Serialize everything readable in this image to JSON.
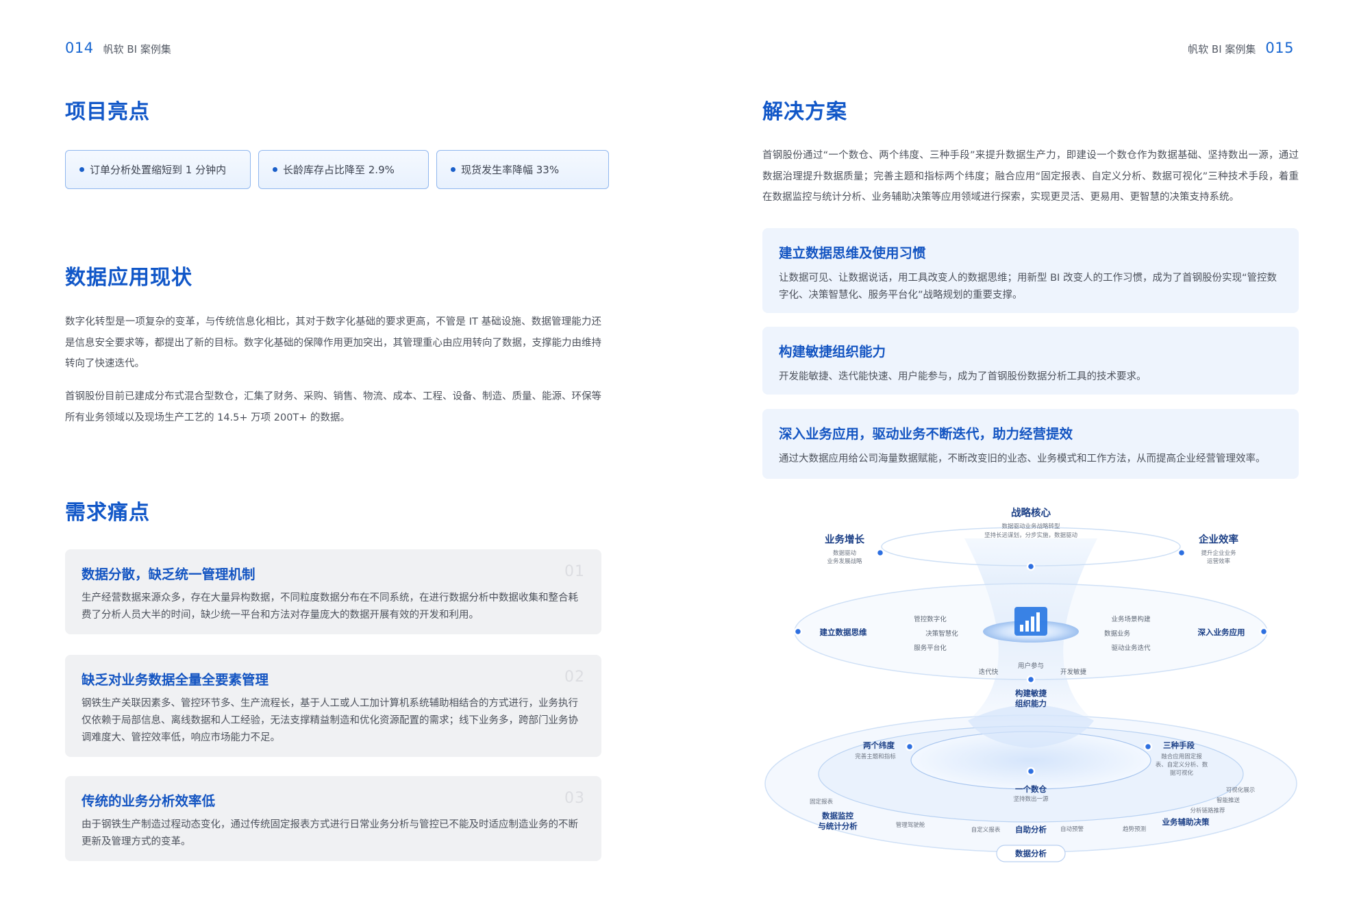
{
  "header": {
    "left_page_num": "014",
    "book_title": "帆软 BI 案例集",
    "right_page_num": "015"
  },
  "highlights": {
    "title": "项目亮点",
    "items": [
      "订单分析处置缩短到 1 分钟内",
      "长龄库存占比降至 2.9%",
      "现货发生率降幅 33%"
    ]
  },
  "status": {
    "title": "数据应用现状",
    "para1": "数字化转型是一项复杂的变革，与传统信息化相比，其对于数字化基础的要求更高，不管是 IT 基础设施、数据管理能力还是信息安全要求等，都提出了新的目标。数字化基础的保障作用更加突出，其管理重心由应用转向了数据，支撑能力由维持转向了快速迭代。",
    "para2": "首钢股份目前已建成分布式混合型数仓，汇集了财务、采购、销售、物流、成本、工程、设备、制造、质量、能源、环保等所有业务领域以及现场生产工艺的 14.5+ 万项 200T+ 的数据。"
  },
  "pain": {
    "title": "需求痛点",
    "cards": [
      {
        "title": "数据分散，缺乏统一管理机制",
        "num": "01",
        "text": "生产经营数据来源众多，存在大量异构数据，不同粒度数据分布在不同系统，在进行数据分析中数据收集和整合耗费了分析人员大半的时间，缺少统一平台和方法对存量庞大的数据开展有效的开发和利用。"
      },
      {
        "title": "缺乏对业务数据全量全要素管理",
        "num": "02",
        "text": "钢铁生产关联因素多、管控环节多、生产流程长，基于人工或人工加计算机系统辅助相结合的方式进行，业务执行仅依赖于局部信息、离线数据和人工经验，无法支撑精益制造和优化资源配置的需求；线下业务多，跨部门业务协调难度大、管控效率低，响应市场能力不足。"
      },
      {
        "title": "传统的业务分析效率低",
        "num": "03",
        "text": "由于钢铁生产制造过程动态变化，通过传统固定报表方式进行日常业务分析与管控已不能及时适应制造业务的不断更新及管理方式的变革。"
      }
    ]
  },
  "solution": {
    "title": "解决方案",
    "intro": "首钢股份通过“一个数仓、两个纬度、三种手段”来提升数据生产力，即建设一个数仓作为数据基础、坚持数出一源，通过数据治理提升数据质量；完善主题和指标两个纬度；融合应用“固定报表、自定义分析、数据可视化”三种技术手段，着重在数据监控与统计分析、业务辅助决策等应用领域进行探索，实现更灵活、更易用、更智慧的决策支持系统。",
    "cards": [
      {
        "title": "建立数据思维及使用习惯",
        "text": "让数据可见、让数据说话，用工具改变人的数据思维；用新型 BI 改变人的工作习惯，成为了首钢股份实现“管控数字化、决策智慧化、服务平台化”战略规划的重要支撑。"
      },
      {
        "title": "构建敏捷组织能力",
        "text": "开发能敏捷、迭代能快速、用户能参与，成为了首钢股份数据分析工具的技术要求。"
      },
      {
        "title": "深入业务应用，驱动业务不断迭代，助力经营提效",
        "text": "通过大数据应用给公司海量数据赋能，不断改变旧的业态、业务模式和工作方法，从而提高企业经营管理效率。"
      }
    ]
  },
  "diagram": {
    "strategy_core": "战略核心",
    "strategy_core_sub1": "数据驱动业务战略转型",
    "strategy_core_sub2": "坚持长远谋划，分步实施，数据驱动",
    "biz_growth": "业务增长",
    "biz_growth_sub1": "数据驱动",
    "biz_growth_sub2": "业务发展战略",
    "efficiency": "企业效率",
    "efficiency_sub1": "提升企业业务",
    "efficiency_sub2": "运营效率",
    "data_thinking": "建立数据思维",
    "deep_biz": "深入业务应用",
    "mgmt_digital": "管控数字化",
    "decision_smart": "决策智慧化",
    "service_platform": "服务平台化",
    "biz_scene": "业务场景构建",
    "biz_driven": "数据业务",
    "drive_iter": "驱动业务迭代",
    "user_part": "用户参与",
    "iter_fast": "迭代快",
    "dev_agile": "开发敏捷",
    "agile_org1": "构建敏捷",
    "agile_org2": "组织能力",
    "two_dims": "两个纬度",
    "two_dims_sub": "完善主题和指标",
    "three_means": "三种手段",
    "three_means_sub1": "融合应用固定报",
    "three_means_sub2": "表、自定义分析、数",
    "three_means_sub3": "据可视化",
    "one_dw": "一个数仓",
    "one_dw_sub": "坚持数出一源",
    "fixed_report": "固定报表",
    "monitor1": "数据监控",
    "monitor2": "与统计分析",
    "mgmt_cockpit": "管理驾驶舱",
    "custom_report": "自定义报表",
    "self_analysis": "自助分析",
    "auto_alert": "自动预警",
    "trend_pred": "趋势预测",
    "decision_support": "业务辅助决策",
    "analysis_push": "分析链路推荐",
    "smart_push": "智能推送",
    "visual_show": "可视化展示",
    "data_analysis": "数据分析"
  }
}
